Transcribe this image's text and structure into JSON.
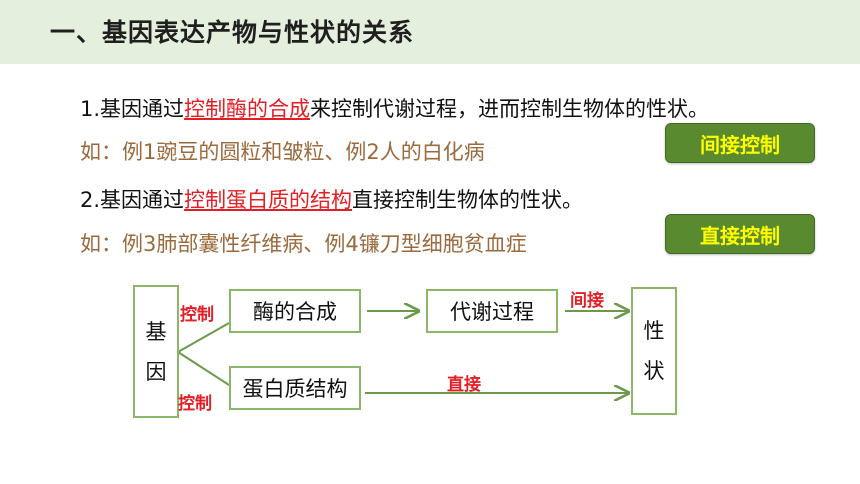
{
  "header": {
    "title": "一、基因表达产物与性状的关系"
  },
  "line1": {
    "pre": "1.基因通过",
    "highlight": "控制酶的合成",
    "post": "来控制代谢过程，进而控制生物体的性状。"
  },
  "example1": "如：例1豌豆的圆粒和皱粒、例2人的白化病",
  "badge1": "间接控制",
  "line2": {
    "pre": "2.基因通过",
    "highlight": "控制蛋白质的结构",
    "post": "直接控制生物体的性状。"
  },
  "example2": "如：例3肺部囊性纤维病、例4镰刀型细胞贫血症",
  "badge2": "直接控制",
  "diagram": {
    "gene_chars": [
      "基",
      "因"
    ],
    "enzyme": "酶的合成",
    "metabolism": "代谢过程",
    "protein": "蛋白质结构",
    "trait_chars": [
      "性",
      "状"
    ],
    "control_top": "控制",
    "control_bottom": "控制",
    "indirect": "间接",
    "direct": "直接"
  },
  "colors": {
    "header_bg": "#e5efdd",
    "highlight": "#e31e24",
    "example": "#9a6a3c",
    "badge_bg": "#5a8a30",
    "badge_text": "#ffff00",
    "box_border": "#8ab868"
  }
}
